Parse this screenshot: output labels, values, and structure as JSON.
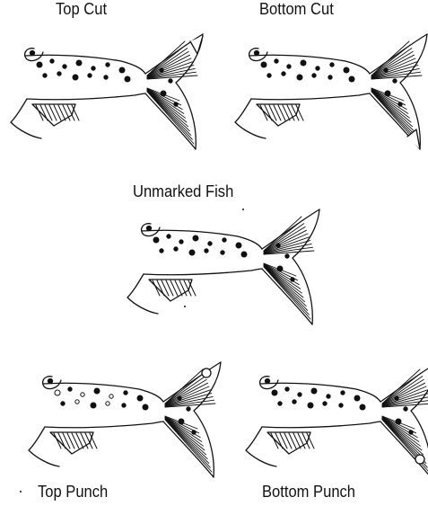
{
  "labels": {
    "top_cut": "Top Cut",
    "bottom_cut": "Bottom Cut",
    "unmarked": "Unmarked Fish",
    "top_punch": "Top Punch",
    "bottom_punch": "Bottom Punch"
  },
  "panels": [
    {
      "id": "top-cut",
      "mark": "top-cut"
    },
    {
      "id": "bottom-cut",
      "mark": "bottom-cut"
    },
    {
      "id": "unmarked",
      "mark": "none"
    },
    {
      "id": "top-punch",
      "mark": "top-punch"
    },
    {
      "id": "bottom-punch",
      "mark": "bottom-punch"
    }
  ],
  "colors": {
    "ink": "#111111",
    "background": "#ffffff"
  }
}
